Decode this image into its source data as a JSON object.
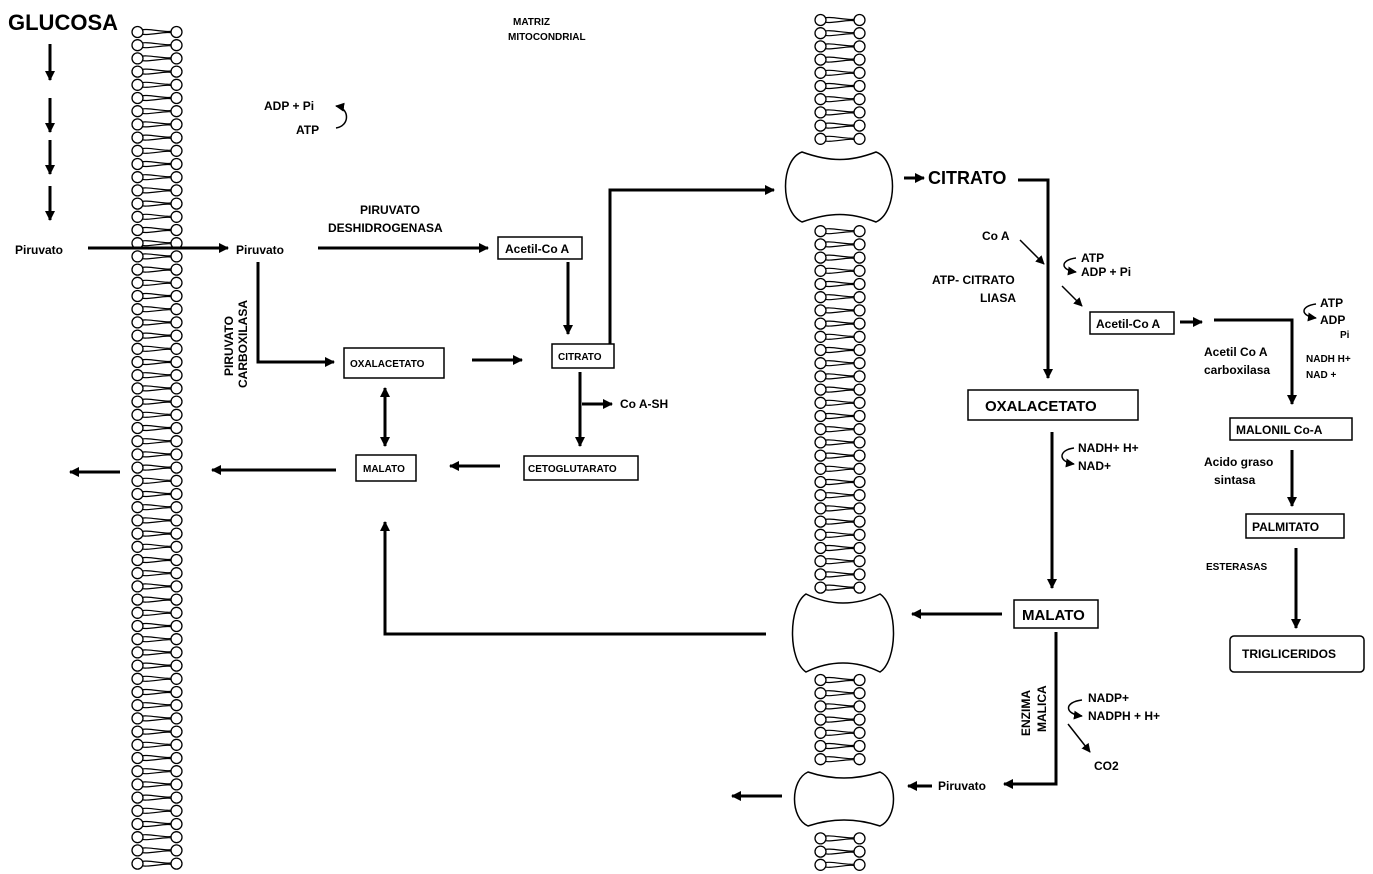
{
  "labels": {
    "glucosa": "GLUCOSA",
    "matriz": "MATRIZ",
    "mitocondrial": "MITOCONDRIAL",
    "adp_pi_1": "ADP + Pi",
    "atp_1": "ATP",
    "piruvato_cyto": "Piruvato",
    "piruvato_mito": "Piruvato",
    "pdh_1": "PIRUVATO",
    "pdh_2": "DESHIDROGENASA",
    "acetil_coa_mito": "Acetil-Co A",
    "pc_1": "PIRUVATO",
    "pc_2": "CARBOXILASA",
    "oxalacetato_mito": "OXALACETATO",
    "citrato_mito": "CITRATO",
    "coa_sh": "Co A-SH",
    "malato_mito": "MALATO",
    "cetoglutarato": "CETOGLUTARATO",
    "citrato_cyto": "CITRATO",
    "coa": "Co A",
    "atp_2": "ATP",
    "adp_pi_2": "ADP + Pi",
    "acl_1": "ATP- CITRATO",
    "acl_2": "LIASA",
    "acetil_coa_cyto": "Acetil-Co A",
    "atp_3": "ATP",
    "adp_3": "ADP",
    "pi_3": "Pi",
    "acc_1": "Acetil Co A",
    "acc_2": "carboxilasa",
    "nadh_h": "NADH H+",
    "nad_1": "NAD +",
    "oxalacetato_cyto": "OXALACETATO",
    "nadh_h2": "NADH+ H+",
    "nad_2": "NAD+",
    "malonil": "MALONIL Co-A",
    "fas_1": "Acido graso",
    "fas_2": "sintasa",
    "palmitato": "PALMITATO",
    "esterasas": "ESTERASAS",
    "trigliceridos": "TRIGLICERIDOS",
    "malato_cyto": "MALATO",
    "me_1": "ENZIMA",
    "me_2": "MALICA",
    "nadp": "NADP+",
    "nadph": "NADPH + H+",
    "co2": "CO2",
    "piruvato_bottom": "Piruvato"
  }
}
